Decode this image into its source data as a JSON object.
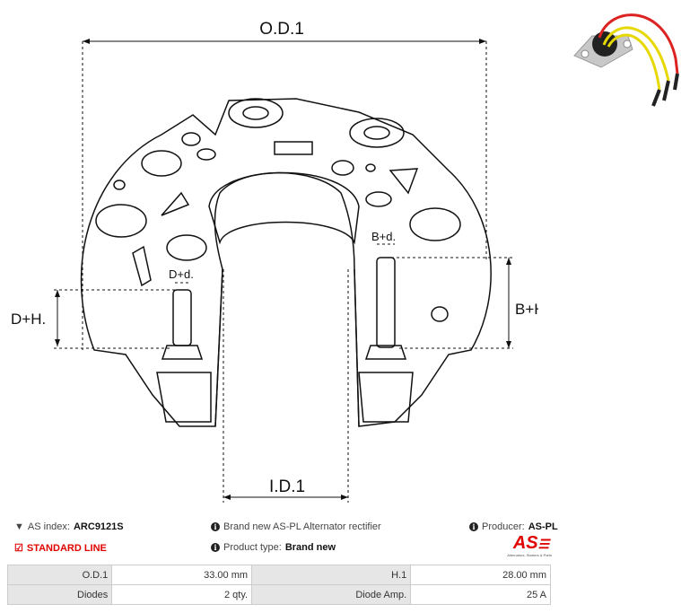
{
  "drawing": {
    "od_label": "O.D.1",
    "id_label": "I.D.1",
    "dh_label": "D+H.",
    "bh_label": "B+H.",
    "dd_label": "D+d.",
    "bd_label": "B+d."
  },
  "info": {
    "as_index_label": "AS index:",
    "as_index_value": "ARC9121S",
    "standard_line": "STANDARD LINE",
    "description": "Brand new AS-PL Alternator rectifier",
    "product_type_label": "Product type:",
    "product_type_value": "Brand new",
    "producer_label": "Producer:",
    "producer_value": "AS-PL",
    "logo_text": "AS",
    "logo_tagline": "Alternators, Starters & Parts"
  },
  "specs": [
    {
      "label1": "O.D.1",
      "value1": "33.00 mm",
      "label2": "H.1",
      "value2": "28.00 mm"
    },
    {
      "label1": "Diodes",
      "value1": "2 qty.",
      "label2": "Diode Amp.",
      "value2": "25 A"
    }
  ],
  "colors": {
    "accent": "#e00000",
    "label_bg": "#e6e6e6",
    "border": "#cccccc"
  }
}
